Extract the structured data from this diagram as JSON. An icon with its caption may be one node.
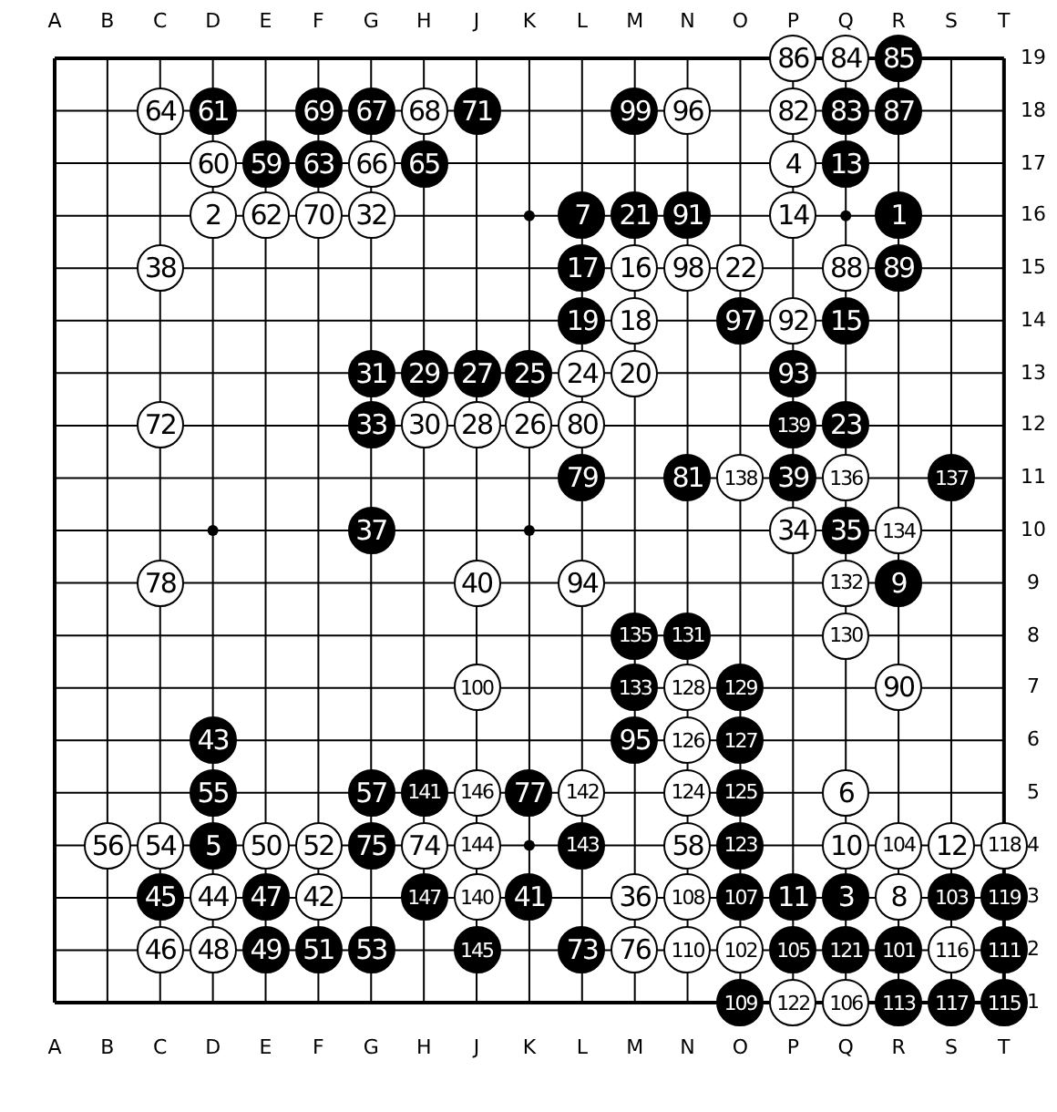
{
  "diagram": {
    "nodes": [
      {
        "text": [
          "86"
        ]
      },
      {
        "text": [
          "84"
        ]
      },
      {
        "text": [
          "85"
        ]
      },
      {
        "text": [
          "64"
        ]
      },
      {
        "text": [
          "61"
        ]
      },
      {
        "text": [
          "69"
        ]
      },
      {
        "text": [
          "67"
        ]
      },
      {
        "text": [
          "68"
        ]
      },
      {
        "text": [
          "71"
        ]
      },
      {
        "text": [
          "99"
        ]
      },
      {
        "text": [
          "96"
        ]
      },
      {
        "text": [
          "82"
        ]
      },
      {
        "text": [
          "83"
        ]
      },
      {
        "text": [
          "87"
        ]
      },
      {
        "text": [
          "60"
        ]
      },
      {
        "text": [
          "59"
        ]
      },
      {
        "text": [
          "63"
        ]
      },
      {
        "text": [
          "66"
        ]
      },
      {
        "text": [
          "65"
        ]
      },
      {
        "text": [
          "4"
        ]
      },
      {
        "text": [
          "13"
        ]
      },
      {
        "text": [
          "2"
        ]
      },
      {
        "text": [
          "62"
        ]
      },
      {
        "text": [
          "70"
        ]
      },
      {
        "text": [
          "32"
        ]
      },
      {
        "text": [
          "7"
        ]
      },
      {
        "text": [
          "21"
        ]
      },
      {
        "text": [
          "91"
        ]
      },
      {
        "text": [
          "14"
        ]
      },
      {
        "text": [
          "1"
        ]
      },
      {
        "text": [
          "38"
        ]
      },
      {
        "text": [
          "17"
        ]
      },
      {
        "text": [
          "16"
        ]
      },
      {
        "text": [
          "98"
        ]
      },
      {
        "text": [
          "22"
        ]
      },
      {
        "text": [
          "88"
        ]
      },
      {
        "text": [
          "89"
        ]
      },
      {
        "text": [
          "19"
        ]
      },
      {
        "text": [
          "18"
        ]
      },
      {
        "text": [
          "97"
        ]
      },
      {
        "text": [
          "92"
        ]
      },
      {
        "text": [
          "15"
        ]
      },
      {
        "text": [
          "31"
        ]
      },
      {
        "text": [
          "29"
        ]
      },
      {
        "text": [
          "27"
        ]
      },
      {
        "text": [
          "25"
        ]
      },
      {
        "text": [
          "24"
        ]
      },
      {
        "text": [
          "20"
        ]
      },
      {
        "text": [
          "93"
        ]
      },
      {
        "text": [
          "72"
        ]
      },
      {
        "text": [
          "33"
        ]
      },
      {
        "text": [
          "30"
        ]
      },
      {
        "text": [
          "28"
        ]
      },
      {
        "text": [
          "26"
        ]
      },
      {
        "text": [
          "80"
        ]
      },
      {
        "text": [
          "139"
        ]
      },
      {
        "text": [
          "23"
        ]
      },
      {
        "text": [
          "79"
        ]
      },
      {
        "text": [
          "81"
        ]
      },
      {
        "text": [
          "138"
        ]
      },
      {
        "text": [
          "39"
        ]
      },
      {
        "text": [
          "136"
        ]
      },
      {
        "text": [
          "137"
        ]
      },
      {
        "text": [
          "37"
        ]
      },
      {
        "text": [
          "34"
        ]
      },
      {
        "text": [
          "35"
        ]
      },
      {
        "text": [
          "134"
        ]
      },
      {
        "text": [
          "78"
        ]
      },
      {
        "text": [
          "40"
        ]
      },
      {
        "text": [
          "94"
        ]
      },
      {
        "text": [
          "132"
        ]
      },
      {
        "text": [
          "9"
        ]
      },
      {
        "text": [
          "135"
        ]
      },
      {
        "text": [
          "131"
        ]
      },
      {
        "text": [
          "130"
        ]
      },
      {
        "text": [
          "100"
        ]
      },
      {
        "text": [
          "133"
        ]
      },
      {
        "text": [
          "128"
        ]
      },
      {
        "text": [
          "129"
        ]
      },
      {
        "text": [
          "90"
        ]
      },
      {
        "text": [
          "43"
        ]
      },
      {
        "text": [
          "95"
        ]
      },
      {
        "text": [
          "126"
        ]
      },
      {
        "text": [
          "127"
        ]
      },
      {
        "text": [
          "55"
        ]
      },
      {
        "text": [
          "57"
        ]
      },
      {
        "text": [
          "141"
        ]
      },
      {
        "text": [
          "146"
        ]
      },
      {
        "text": [
          "77"
        ]
      },
      {
        "text": [
          "142"
        ]
      },
      {
        "text": [
          "124"
        ]
      },
      {
        "text": [
          "125"
        ]
      },
      {
        "text": [
          "6"
        ]
      },
      {
        "text": [
          "56"
        ]
      },
      {
        "text": [
          "54"
        ]
      },
      {
        "text": [
          "5"
        ]
      },
      {
        "text": [
          "50"
        ]
      },
      {
        "text": [
          "52"
        ]
      },
      {
        "text": [
          "75"
        ]
      },
      {
        "text": [
          "74"
        ]
      },
      {
        "text": [
          "144"
        ]
      },
      {
        "text": [
          "143"
        ]
      },
      {
        "text": [
          "58"
        ]
      },
      {
        "text": [
          "123"
        ]
      },
      {
        "text": [
          "10"
        ]
      },
      {
        "text": [
          "104"
        ]
      },
      {
        "text": [
          "12"
        ]
      },
      {
        "text": [
          "118"
        ]
      },
      {
        "text": [
          "45"
        ]
      },
      {
        "text": [
          "44"
        ]
      },
      {
        "text": [
          "47"
        ]
      },
      {
        "text": [
          "42"
        ]
      },
      {
        "text": [
          "147"
        ]
      },
      {
        "text": [
          "140"
        ]
      },
      {
        "text": [
          "41"
        ]
      },
      {
        "text": [
          "36"
        ]
      },
      {
        "text": [
          "108"
        ]
      },
      {
        "text": [
          "107"
        ]
      },
      {
        "text": [
          "11"
        ]
      },
      {
        "text": [
          "3"
        ]
      },
      {
        "text": [
          "8"
        ]
      },
      {
        "text": [
          "103"
        ]
      },
      {
        "text": [
          "119"
        ]
      },
      {
        "text": [
          "46"
        ]
      },
      {
        "text": [
          "48"
        ]
      },
      {
        "text": [
          "49"
        ]
      },
      {
        "text": [
          "51"
        ]
      },
      {
        "text": [
          "53"
        ]
      },
      {
        "text": [
          "145"
        ]
      },
      {
        "text": [
          "73"
        ]
      },
      {
        "text": [
          "76"
        ]
      },
      {
        "text": [
          "110"
        ]
      },
      {
        "text": [
          "102"
        ]
      },
      {
        "text": [
          "105"
        ]
      },
      {
        "text": [
          "121"
        ]
      },
      {
        "text": [
          "101"
        ]
      },
      {
        "text": [
          "116"
        ]
      },
      {
        "text": [
          "111"
        ]
      },
      {
        "text": [
          "109"
        ]
      },
      {
        "text": [
          "122"
        ]
      },
      {
        "text": [
          "106"
        ]
      },
      {
        "text": [
          "113"
        ]
      },
      {
        "text": [
          "117"
        ]
      },
      {
        "text": [
          "115"
        ]
      }
    ],
    "labels": [
      "A",
      "B",
      "C",
      "D",
      "E",
      "F",
      "G",
      "H",
      "J",
      "K",
      "L",
      "M",
      "N",
      "O",
      "P",
      "Q",
      "R",
      "S",
      "T",
      "19",
      "18",
      "17",
      "16",
      "15",
      "14",
      "13",
      "12",
      "11",
      "10",
      "9",
      "8",
      "7",
      "6",
      "5",
      "4",
      "3",
      "2",
      "1",
      "A",
      "B",
      "C",
      "D",
      "E",
      "F",
      "G",
      "H",
      "J",
      "K",
      "L",
      "M",
      "N",
      "O",
      "P",
      "Q",
      "R",
      "S",
      "T"
    ]
  }
}
